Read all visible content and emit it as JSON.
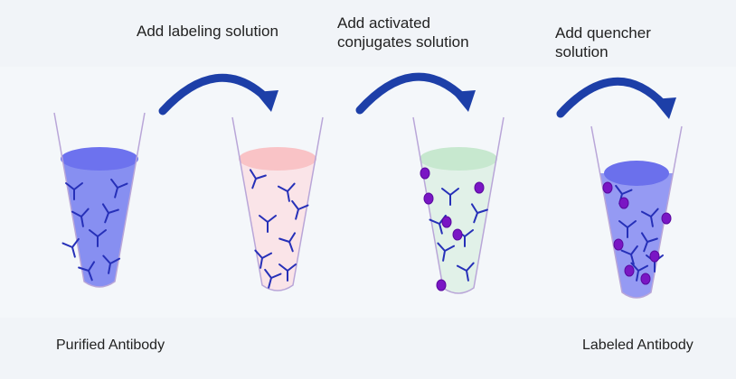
{
  "steps": [
    {
      "lines": [
        "Add labeling solution"
      ]
    },
    {
      "lines": [
        "Add activated",
        "conjugates solution"
      ]
    },
    {
      "lines": [
        "Add quencher",
        "solution"
      ]
    }
  ],
  "tubes": [
    {
      "id": "purified",
      "label": "Purified Antibody",
      "liquid": "#7b83f0",
      "top": "#6d72ee",
      "antibodies": 8,
      "dyes": 0
    },
    {
      "id": "labeling",
      "label": "",
      "liquid": "#fbe1e6",
      "top": "#f9c3c6",
      "antibodies": 8,
      "dyes": 0
    },
    {
      "id": "conjugates",
      "label": "",
      "liquid": "#dff0e6",
      "top": "#c7e8cf",
      "antibodies": 6,
      "dyes": 6
    },
    {
      "id": "labeled",
      "label": "Labeled Antibody",
      "liquid": "#8b8ff2",
      "top": "#6b70ec",
      "antibodies": 7,
      "dyes": 7
    }
  ],
  "colors": {
    "arrow": "#1d3fa8",
    "antibody": "#2630b8",
    "dye": "#7a16c4",
    "dye_stroke": "#5a0aa0",
    "tube_outline": "#b9a6d8"
  },
  "icons": [
    "curved-arrow-icon",
    "antibody-icon",
    "dye-molecule-icon"
  ]
}
